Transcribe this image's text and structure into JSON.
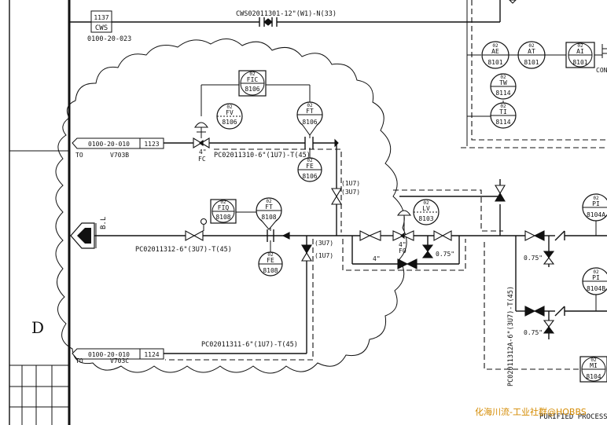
{
  "header": {
    "cws_code": "1137",
    "cws_label": "CWS",
    "cws_ref": "0100-20-023",
    "cws_line": "CWS02011301-12\"(W1)-N(33)"
  },
  "offpage": [
    {
      "ref": "0100-20-010",
      "num": "1123",
      "to": "TO",
      "dest": "V703B"
    },
    {
      "ref": "0100-20-010",
      "num": "1124",
      "to": "TO",
      "dest": "V703C"
    }
  ],
  "lines": {
    "l1310": "PC02011310-6\"(1U7)-T(45)",
    "l1312": "PC02011312-6\"(3U7)-T(45)",
    "l1311": "PC02011311-6\"(1U7)-T(45)",
    "l1312a": "PC02011312A-6\"(3U7)-T(45)"
  },
  "notes": {
    "spec_1u7_a": "(1U7)",
    "spec_3u7_a": "(3U7)",
    "spec_3u7_b": "(3U7)",
    "spec_1u7_b": "(1U7)",
    "size_fc": "4\"",
    "fail_fc": "FC",
    "size_fo": "4\"",
    "fail_fo": "FO",
    "size_bypass": "4\"",
    "size_drain1": "0.75\"",
    "size_drain2": "0.75\"",
    "size_drain3": "0.75\"",
    "bl": "B.L",
    "zone_d": "D",
    "con_partial": "CON",
    "bottom_partial": "PURIFIED PROCESS",
    "watermark": "化海川流-工业社群@HOBBS"
  },
  "instruments": {
    "fic": {
      "area": "02",
      "fn": "FIC",
      "num": "8106"
    },
    "fv": {
      "area": "02",
      "fn": "FV",
      "num": "8106"
    },
    "ft1": {
      "area": "02",
      "fn": "FT",
      "num": "8106"
    },
    "fe1": {
      "area": "02",
      "fn": "FE",
      "num": "8106"
    },
    "fiq": {
      "area": "02",
      "fn": "FIQ",
      "num": "8108"
    },
    "ft2": {
      "area": "02",
      "fn": "FT",
      "num": "8108"
    },
    "fe2": {
      "area": "02",
      "fn": "FE",
      "num": "8108"
    },
    "lv": {
      "area": "02",
      "fn": "LV",
      "num": "8103"
    },
    "ae": {
      "area": "02",
      "fn": "AE",
      "num": "8101"
    },
    "at": {
      "area": "02",
      "fn": "AT",
      "num": "8101"
    },
    "ai": {
      "area": "02",
      "fn": "AI",
      "num": "8101"
    },
    "tw": {
      "area": "02",
      "fn": "TW",
      "num": "8114"
    },
    "ti": {
      "area": "02",
      "fn": "TI",
      "num": "8114"
    },
    "pia": {
      "area": "02",
      "fn": "PI",
      "num": "8104A"
    },
    "pib": {
      "area": "02",
      "fn": "PI",
      "num": "8104B"
    },
    "mi": {
      "area": "02",
      "fn": "MI",
      "num": "8104"
    }
  }
}
